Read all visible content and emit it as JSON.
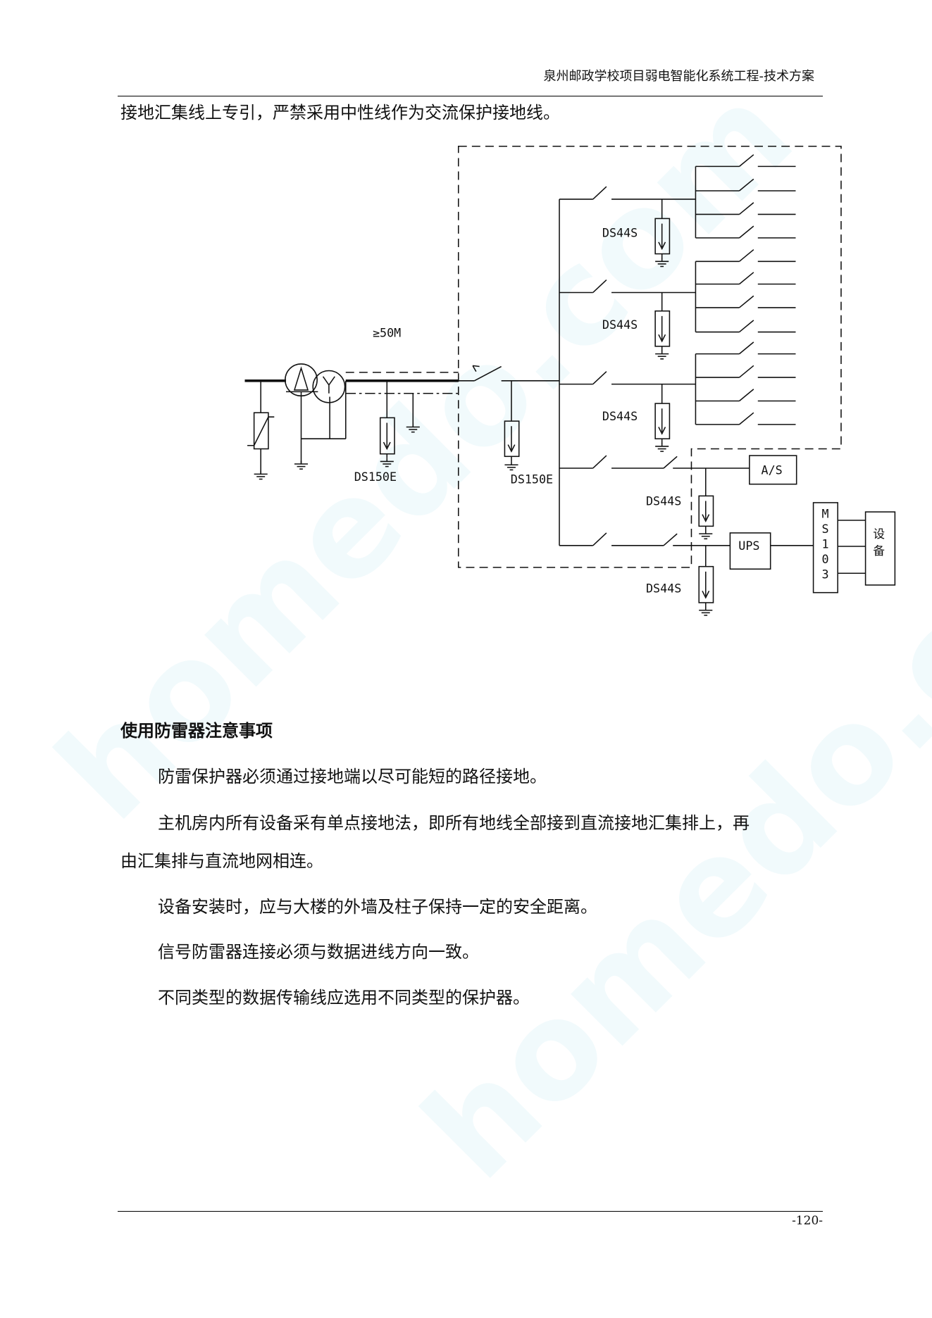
{
  "header": {
    "title": "泉州邮政学校项目弱电智能化系统工程-技术方案"
  },
  "intro_line": "接地汇集线上专引，严禁采用中性线作为交流保护接地线。",
  "diagram": {
    "distance_label": "≥50M",
    "ds150e_label": "DS150E",
    "ds44s_label": "DS44S",
    "as_label": "A/S",
    "ups_label": "UPS",
    "ms103_chars": [
      "M",
      "S",
      "1",
      "0",
      "3"
    ],
    "device_chars": [
      "设",
      "备"
    ]
  },
  "section": {
    "heading": "使用防雷器注意事项",
    "paragraphs": [
      "防雷保护器必须通过接地端以尽可能短的路径接地。",
      "主机房内所有设备采有单点接地法，即所有地线全部接到直流接地汇集排上，再",
      "由汇集排与直流地网相连。",
      "设备安装时，应与大楼的外墙及柱子保持一定的安全距离。",
      "信号防雷器连接必须与数据进线方向一致。",
      "不同类型的数据传输线应选用不同类型的保护器。"
    ]
  },
  "footer": {
    "page_number": "-120-"
  }
}
